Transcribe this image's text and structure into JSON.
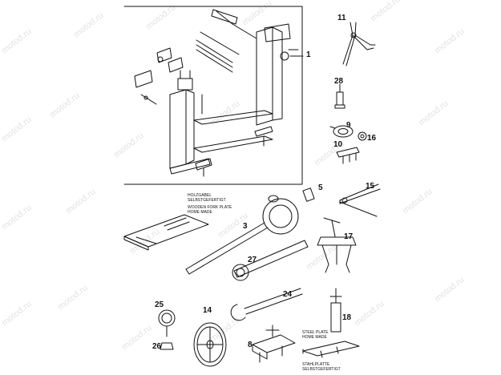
{
  "watermark": "motod.ru",
  "colors": {
    "line": "#111111",
    "watermark": "#e3e3e3",
    "background": "#ffffff"
  },
  "callouts": {
    "c1": "1",
    "c3": "3",
    "c5": "5",
    "c8": "8",
    "c9": "9",
    "c10": "10",
    "c11": "11",
    "c14": "14",
    "c15": "15",
    "c16": "16",
    "c17": "17",
    "c18": "18",
    "c24": "24",
    "c25": "25",
    "c26": "26",
    "c27": "27",
    "c28": "28"
  },
  "notes": {
    "fork_plate_de_1": "HOLZGABEL",
    "fork_plate_de_2": "SELBSTGEFERTIGT",
    "fork_plate_en_1": "WOODEN FORK PLATE",
    "fork_plate_en_2": "HOME MADE",
    "steel_plate_en_1": "STEEL PLATE",
    "steel_plate_en_2": "HOME MADE",
    "steel_plate_de_1": "STAHLPLATTE",
    "steel_plate_de_2": "SELBSTGEFERTIGT"
  }
}
